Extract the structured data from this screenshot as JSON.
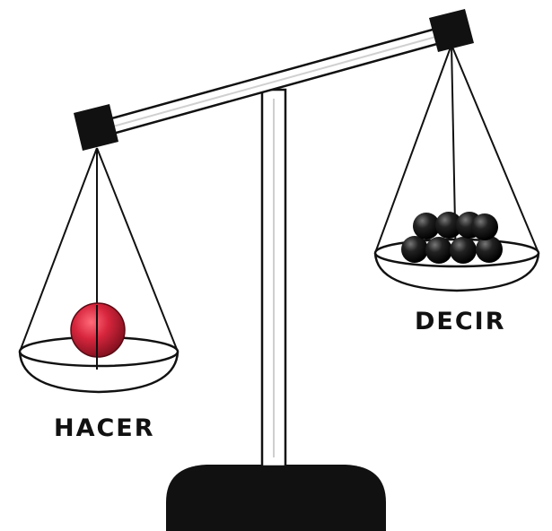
{
  "scale": {
    "left_pan": {
      "label": "HACER",
      "items": [
        {
          "type": "ball",
          "color": "#d7263d",
          "count": 1
        }
      ]
    },
    "right_pan": {
      "label": "DECIR",
      "items": [
        {
          "type": "ball",
          "color": "#111111",
          "count": 8
        }
      ]
    },
    "colors": {
      "frame": "#111111",
      "beam_fill": "#ffffff",
      "heavy_ball": "#d7263d",
      "light_balls": "#111111"
    }
  }
}
